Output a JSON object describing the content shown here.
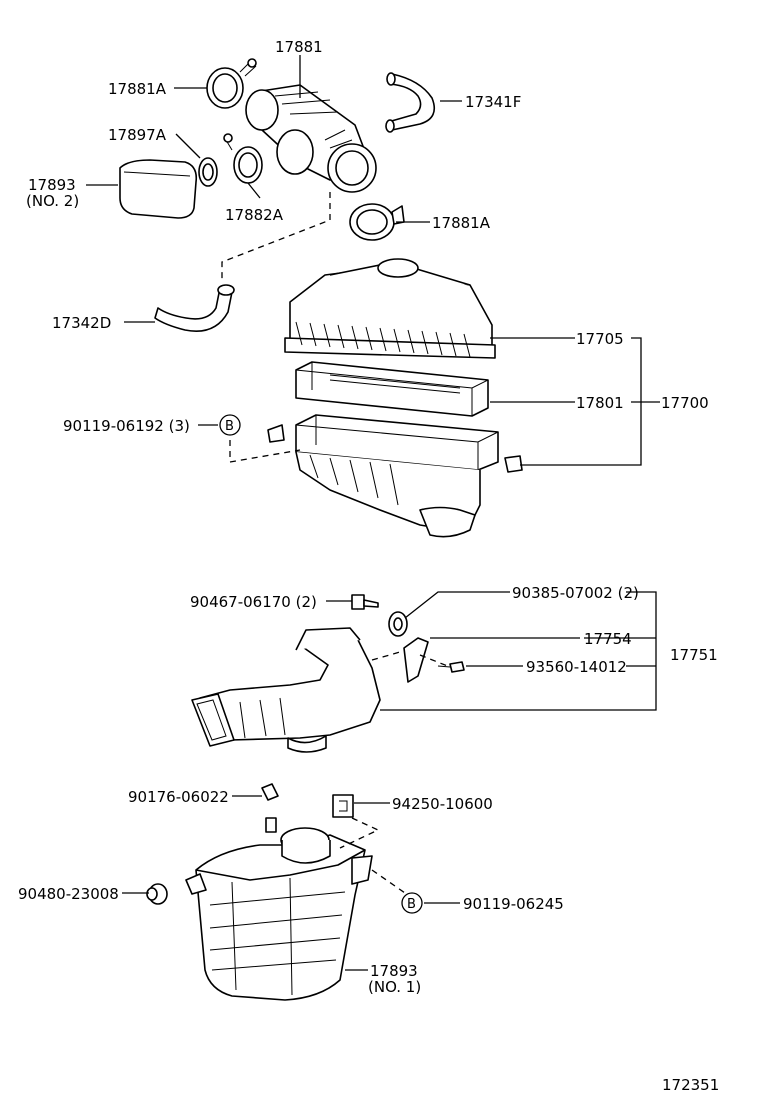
{
  "labels": {
    "p17881": "17881",
    "p17881a_top": "17881A",
    "p17341f": "17341F",
    "p17897a": "17897A",
    "p17893_no2": "17893",
    "p17893_no2_sub": "(NO. 2)",
    "p17882a": "17882A",
    "p17881a_right": "17881A",
    "p17342d": "17342D",
    "p17705": "17705",
    "p17801": "17801",
    "p17700": "17700",
    "p90119_06192": "90119-06192 (3)",
    "ref_b1": "B",
    "p90467": "90467-06170 (2)",
    "p90385": "90385-07002 (2)",
    "p17754": "17754",
    "p17751": "17751",
    "p93560": "93560-14012",
    "p90176": "90176-06022",
    "p94250": "94250-10600",
    "p90480": "90480-23008",
    "ref_b2": "B",
    "p90119_06245": "90119-06245",
    "p17893_no1": "17893",
    "p17893_no1_sub": "(NO. 1)",
    "diagram_number": "172351"
  }
}
